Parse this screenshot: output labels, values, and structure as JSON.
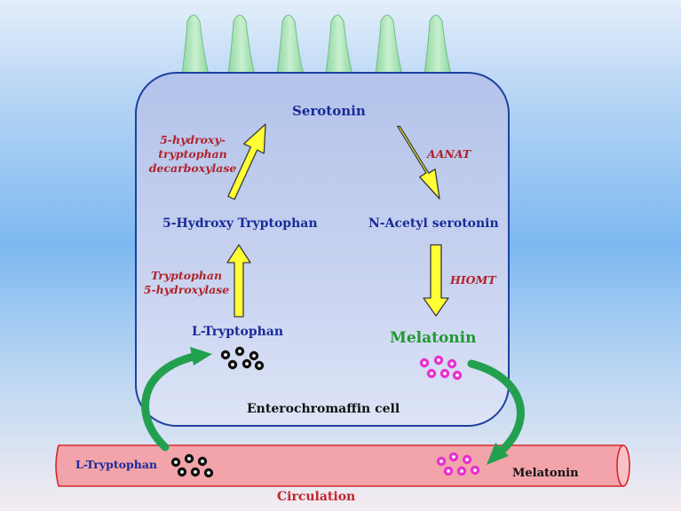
{
  "compounds": {
    "serotonin": "Serotonin",
    "hydroxy_tryptophan": "5-Hydroxy Tryptophan",
    "n_acetyl_serotonin": "N-Acetyl serotonin",
    "l_tryptophan": "L-Tryptophan",
    "melatonin": "Melatonin"
  },
  "enzymes": {
    "decarboxylase": [
      "5-hydroxy-",
      "tryptophan",
      "decarboxylase"
    ],
    "hydroxylase": [
      "Tryptophan",
      "5-hydroxylase"
    ],
    "aanat": "AANAT",
    "hiomt": "HIOMT"
  },
  "cell_label": "Enterochromaffin cell",
  "vessel": {
    "left_label": "L-Tryptophan",
    "right_label": "Melatonin",
    "caption": "Circulation"
  },
  "colors": {
    "cell_fill": "#c8d3ef",
    "cell_border": "#1e3fa0",
    "villi_fill": "#a5e0b2",
    "pathway_arrow": "#ffff33",
    "transport_arrow": "#23a04f",
    "vessel_fill": "#f3a6ac",
    "vessel_border": "#d8262e",
    "enzyme_text": "#b0232a",
    "compound_text": "#1a2a9a",
    "melatonin_text": "#1e9a2e",
    "tryptophan_dots": "#111111",
    "melatonin_dots": "#e830d0"
  }
}
